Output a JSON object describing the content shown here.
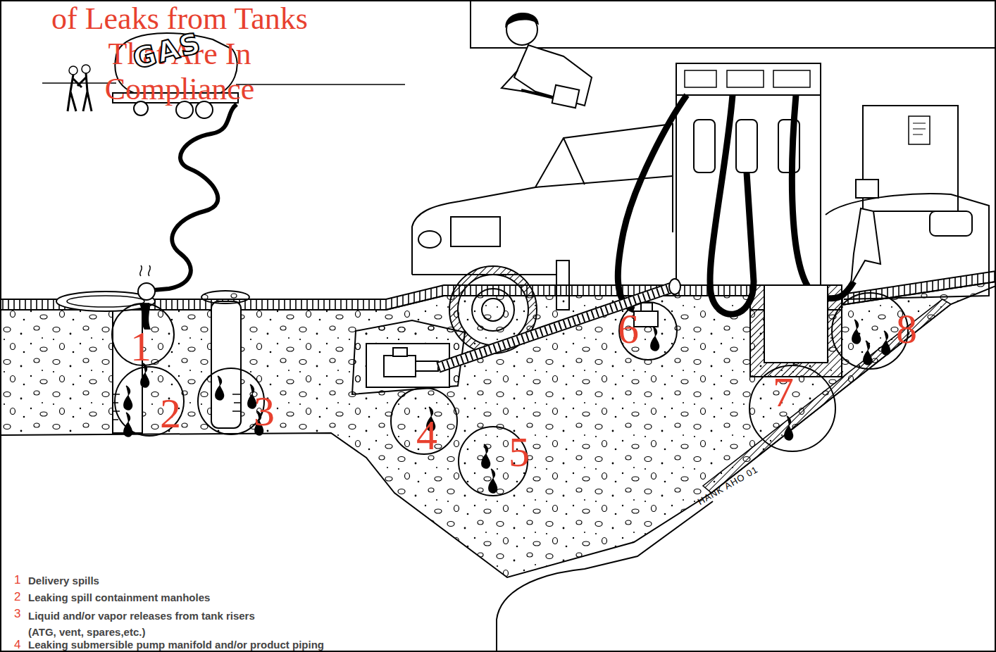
{
  "diagram": {
    "title": "of Leaks from Tanks That Are In Compliance",
    "nodes": [
      {
        "text": [
          "1"
        ]
      },
      {
        "text": [
          "2"
        ]
      },
      {
        "text": [
          "3"
        ]
      },
      {
        "text": [
          "4"
        ]
      },
      {
        "text": [
          "5"
        ]
      },
      {
        "text": [
          "6"
        ]
      },
      {
        "text": [
          "7"
        ]
      },
      {
        "text": [
          "8"
        ]
      }
    ],
    "labels": [
      "GAS",
      "HANK AHO 01",
      "1",
      "Delivery spills",
      "2",
      "Leaking spill containment manholes",
      "3",
      "Liquid and/or vapor releases from tank risers (ATG, vent, spares,etc.)",
      "4",
      "Leaking submersible pump manifold and/or product piping"
    ]
  }
}
